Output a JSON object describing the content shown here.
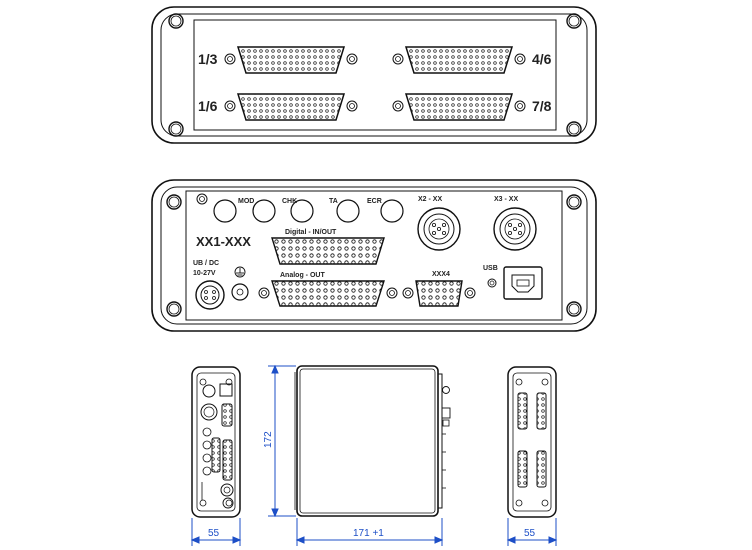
{
  "front_panel": {
    "connectors": [
      "1/3",
      "4/6",
      "1/6",
      "7/8"
    ]
  },
  "rear_panel": {
    "buttons": [
      "MOD",
      "CHK",
      "TA",
      "ECR"
    ],
    "round_connectors": [
      "X2 - XX",
      "X3 - XX"
    ],
    "model": "XX1-XXX",
    "digital": "Digital - IN/OUT",
    "analog": "Analog - OUT",
    "xxx4": "XXX4",
    "usb": "USB",
    "power_line1": "UB / DC",
    "power_line2": "10-27V"
  },
  "dimensions": {
    "height": "172",
    "side_width_left": "55",
    "length": "171 +1",
    "side_width_right": "55"
  },
  "colors": {
    "dimension": "#1d4fc7",
    "line": "#111111"
  }
}
